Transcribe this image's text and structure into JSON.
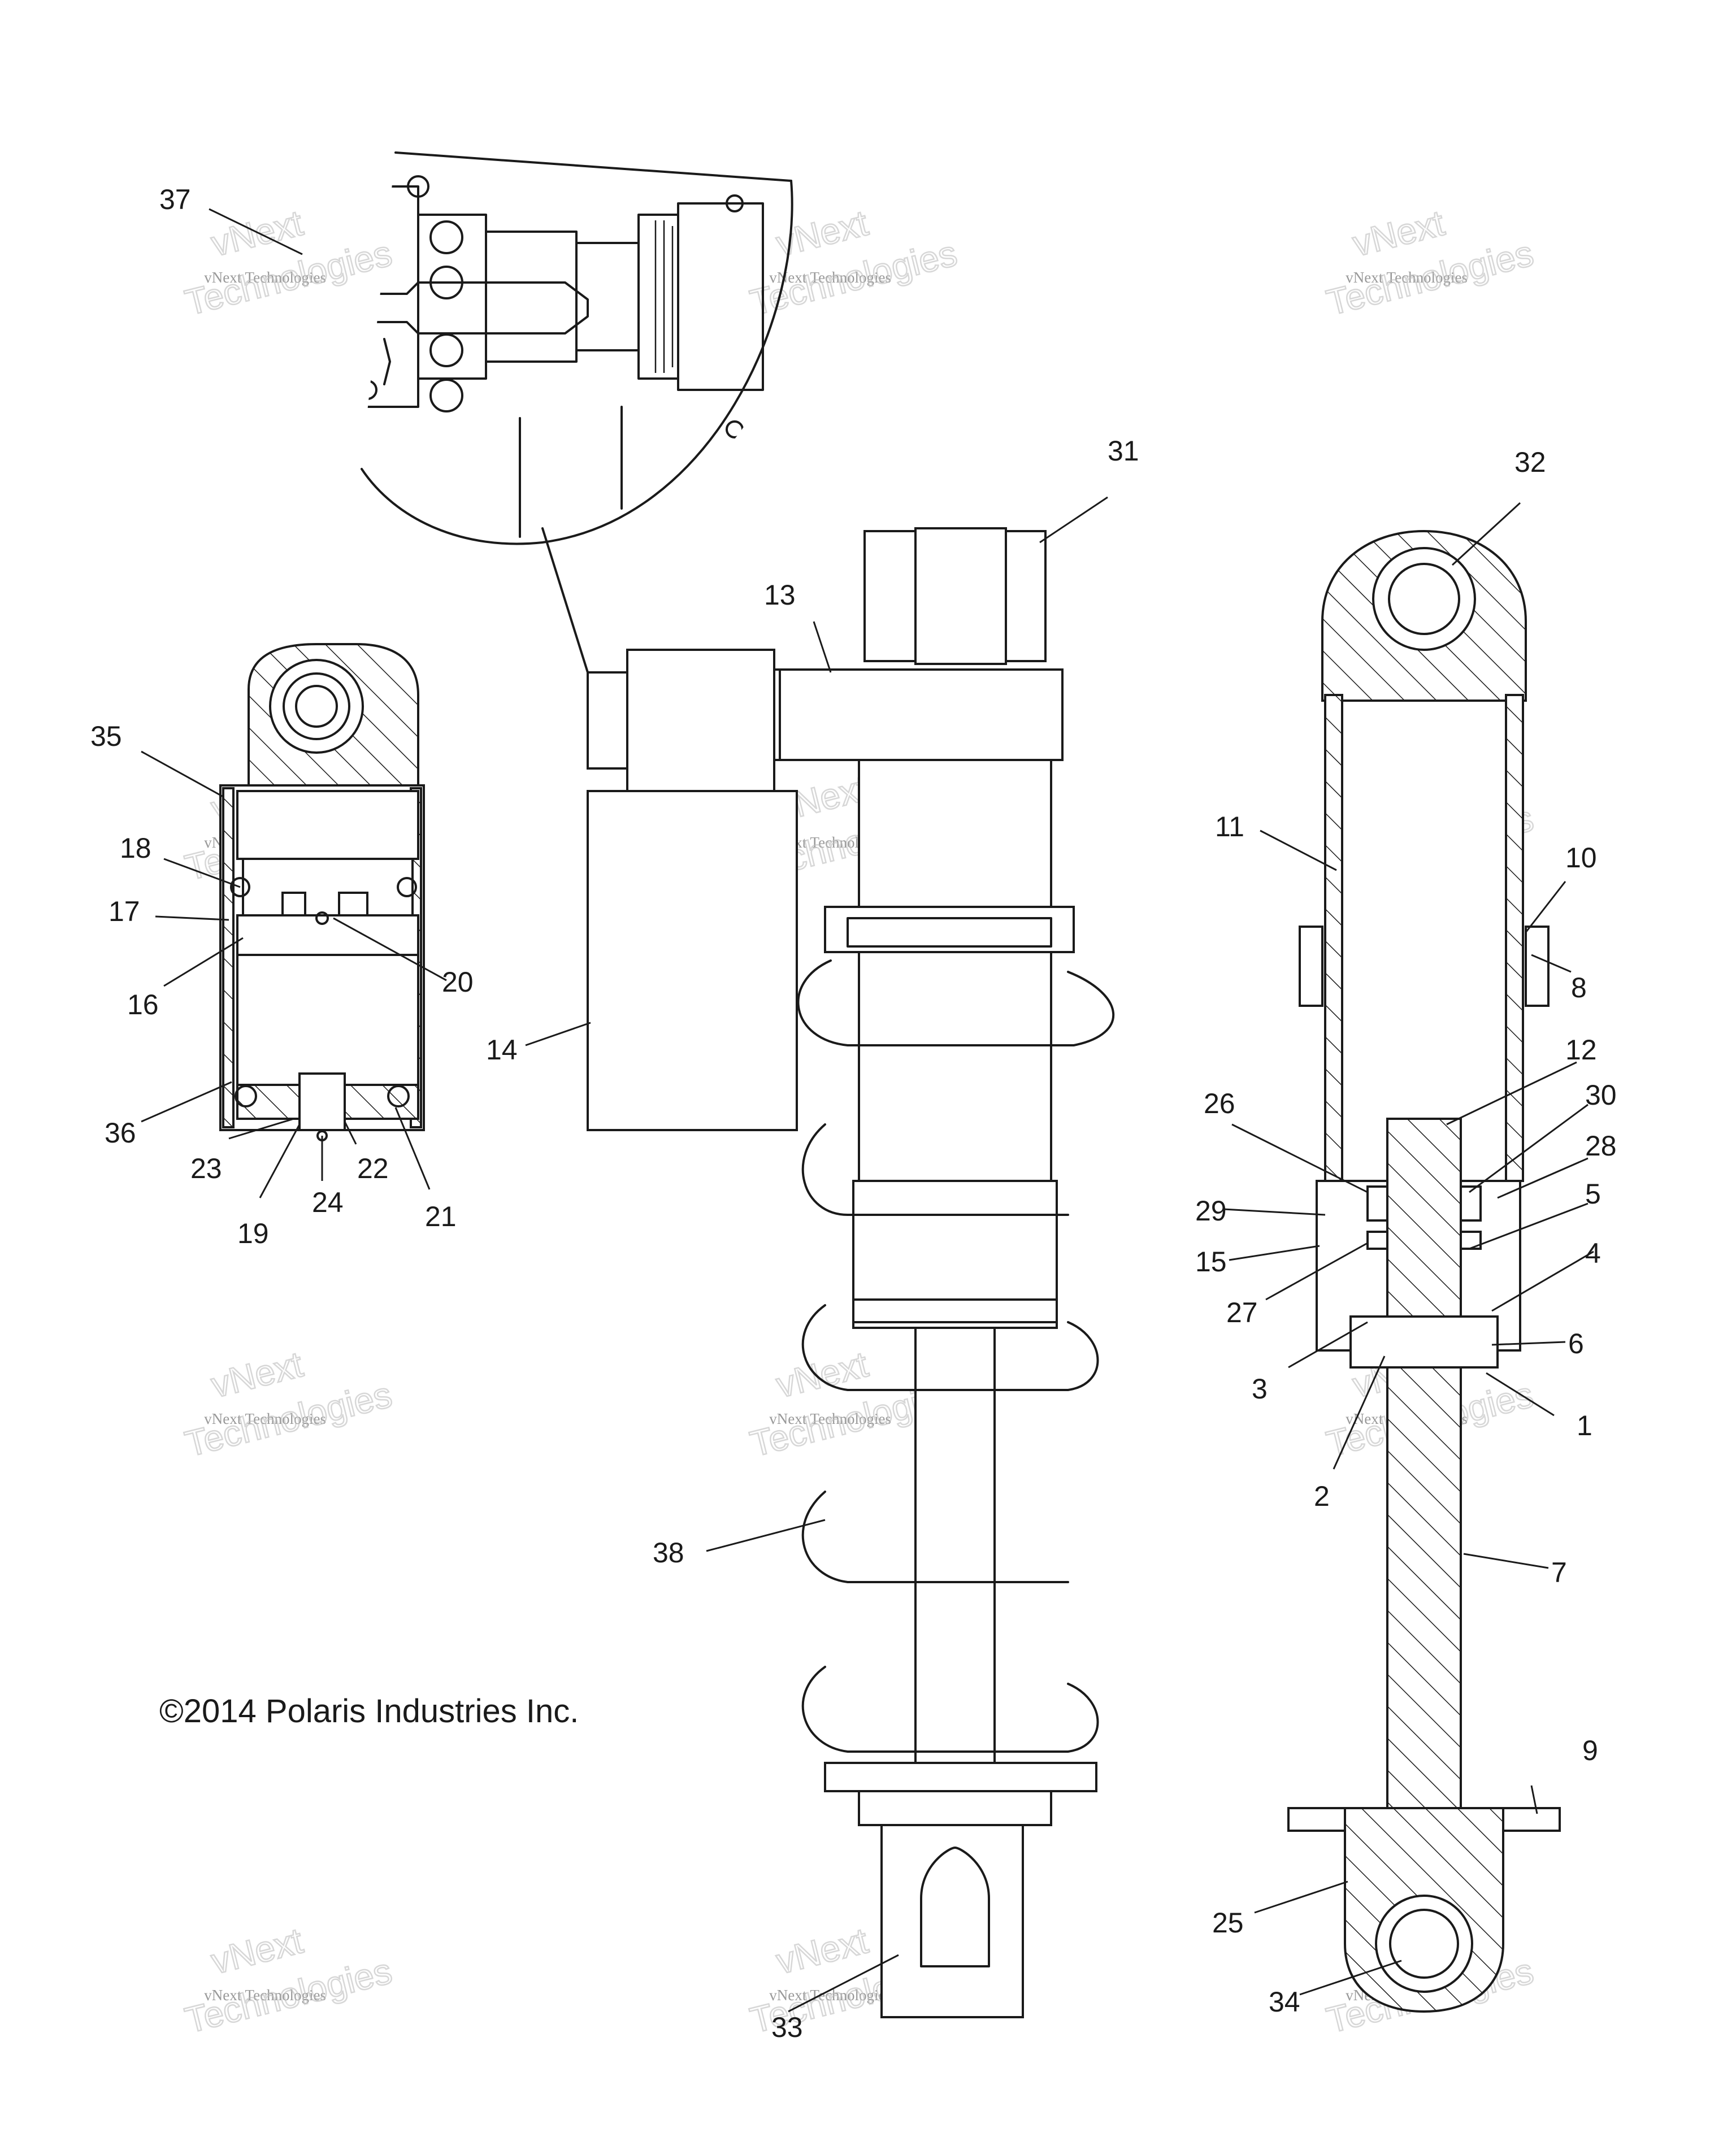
{
  "copyright": "©2014 Polaris Industries Inc.",
  "watermark": {
    "line_small": "vNext Technologies",
    "line_big_1": "vNext",
    "line_big_2": "Technologies"
  },
  "callouts": [
    {
      "id": "1",
      "label": "1"
    },
    {
      "id": "2",
      "label": "2"
    },
    {
      "id": "3",
      "label": "3"
    },
    {
      "id": "4",
      "label": "4"
    },
    {
      "id": "5",
      "label": "5"
    },
    {
      "id": "6",
      "label": "6"
    },
    {
      "id": "7",
      "label": "7"
    },
    {
      "id": "8",
      "label": "8"
    },
    {
      "id": "9",
      "label": "9"
    },
    {
      "id": "10",
      "label": "10"
    },
    {
      "id": "11",
      "label": "11"
    },
    {
      "id": "12",
      "label": "12"
    },
    {
      "id": "13",
      "label": "13"
    },
    {
      "id": "14",
      "label": "14"
    },
    {
      "id": "15",
      "label": "15"
    },
    {
      "id": "16",
      "label": "16"
    },
    {
      "id": "17",
      "label": "17"
    },
    {
      "id": "18",
      "label": "18"
    },
    {
      "id": "19",
      "label": "19"
    },
    {
      "id": "20",
      "label": "20"
    },
    {
      "id": "21",
      "label": "21"
    },
    {
      "id": "22",
      "label": "22"
    },
    {
      "id": "23",
      "label": "23"
    },
    {
      "id": "24",
      "label": "24"
    },
    {
      "id": "25",
      "label": "25"
    },
    {
      "id": "26",
      "label": "26"
    },
    {
      "id": "27",
      "label": "27"
    },
    {
      "id": "28",
      "label": "28"
    },
    {
      "id": "29",
      "label": "29"
    },
    {
      "id": "30",
      "label": "30"
    },
    {
      "id": "31",
      "label": "31"
    },
    {
      "id": "32",
      "label": "32"
    },
    {
      "id": "33",
      "label": "33"
    },
    {
      "id": "34",
      "label": "34"
    },
    {
      "id": "35",
      "label": "35"
    },
    {
      "id": "36",
      "label": "36"
    },
    {
      "id": "37",
      "label": "37"
    },
    {
      "id": "38",
      "label": "38"
    }
  ]
}
